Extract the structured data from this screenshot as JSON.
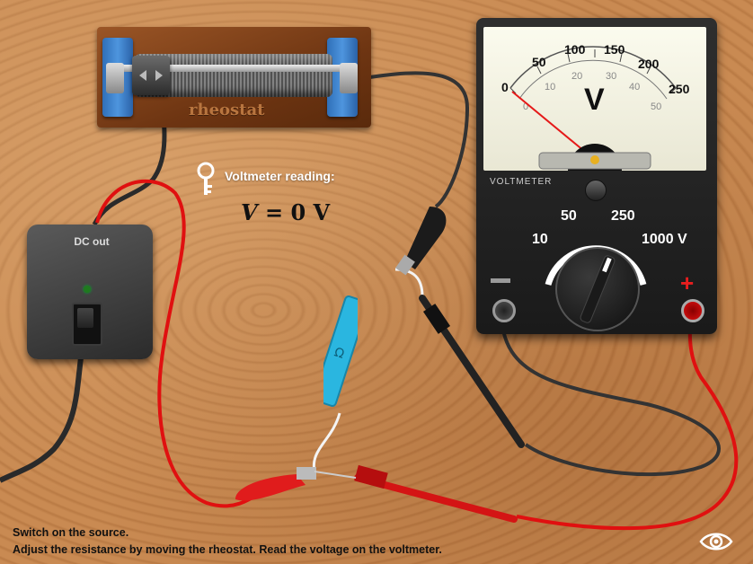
{
  "rheostat": {
    "label": "rheostat"
  },
  "power_supply": {
    "label": "DC out"
  },
  "reading": {
    "label": "Voltmeter reading:",
    "symbol": "V",
    "equals": "= 0 V"
  },
  "voltmeter": {
    "unit_symbol": "V",
    "brand": "VOLTMETER",
    "scale_outer": [
      "0",
      "50",
      "100",
      "150",
      "200",
      "250"
    ],
    "scale_inner": [
      "0",
      "10",
      "20",
      "30",
      "40",
      "50"
    ],
    "range_options": [
      "10",
      "50",
      "250",
      "1000 V"
    ],
    "negative_sign": "−",
    "positive_sign": "+"
  },
  "resistor": {
    "symbol": "Ω"
  },
  "instructions": {
    "line1": "Switch on the source.",
    "line2": "Adjust the resistance by moving the rheostat.  Read the voltage on the voltmeter."
  },
  "colors": {
    "wire_red": "#e01010",
    "wire_black": "#2a2a2a",
    "resistor_blue": "#2ab6e0",
    "wood": "#c48550"
  },
  "icons": {
    "key": "key-icon",
    "eye": "eye-icon"
  }
}
